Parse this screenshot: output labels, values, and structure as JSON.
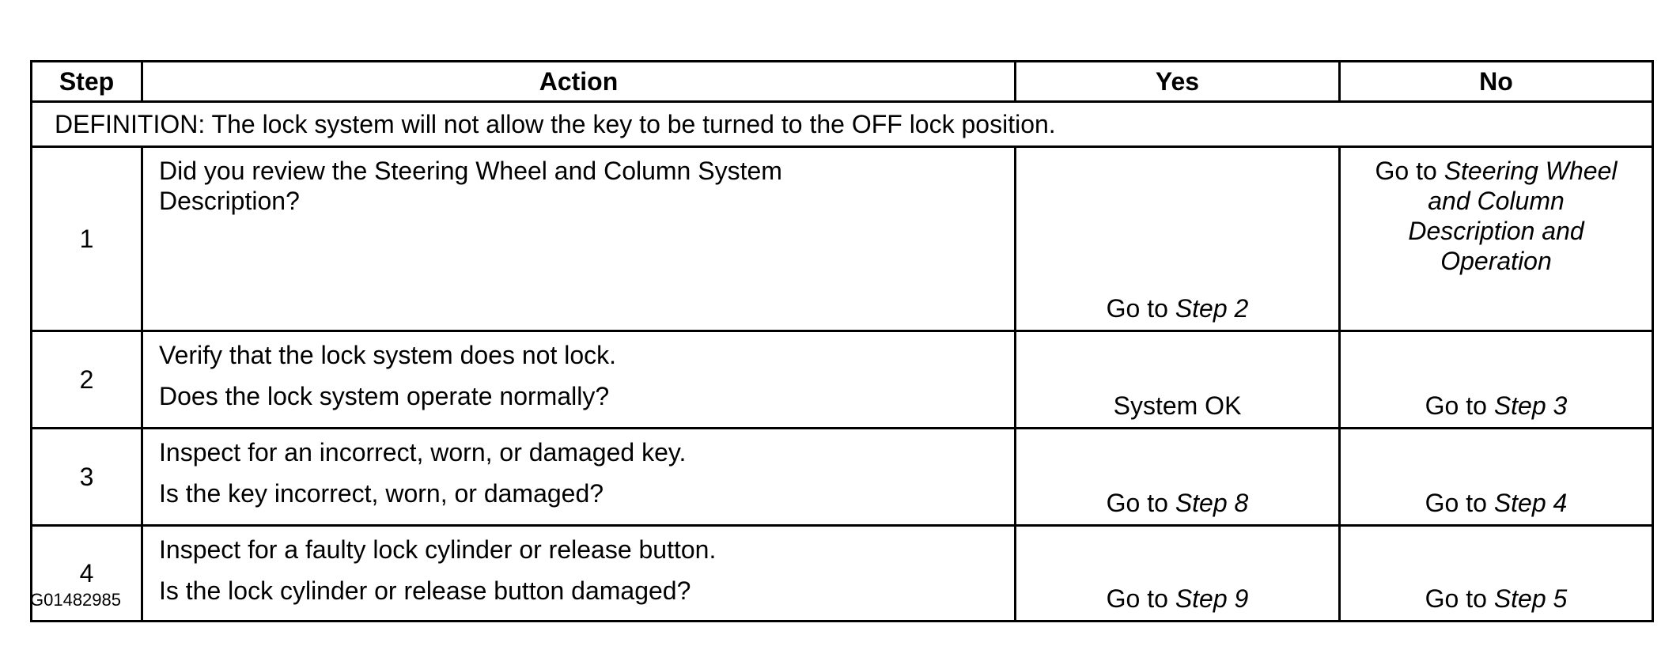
{
  "table": {
    "headers": {
      "step": "Step",
      "action": "Action",
      "yes": "Yes",
      "no": "No"
    },
    "definition": "DEFINITION: The lock system will not allow the key to be turned to the OFF lock position.",
    "rows": [
      {
        "step": "1",
        "action_lines": [
          "Did you review the Steering Wheel and Column System",
          "Description?"
        ],
        "yes_prefix": "Go to ",
        "yes_ref": "Step 2",
        "no_prefix": "Go to ",
        "no_ref_lines": [
          "Steering Wheel",
          "and Column",
          "Description and",
          "Operation"
        ]
      },
      {
        "step": "2",
        "action_lines": [
          "Verify that the lock system does not lock.",
          "Does the lock system operate normally?"
        ],
        "yes_text": "System OK",
        "no_prefix": "Go to ",
        "no_ref": "Step 3"
      },
      {
        "step": "3",
        "action_lines": [
          "Inspect for an incorrect, worn, or damaged key.",
          "Is the key incorrect, worn, or damaged?"
        ],
        "yes_prefix": "Go to ",
        "yes_ref": "Step 8",
        "no_prefix": "Go to ",
        "no_ref": "Step 4"
      },
      {
        "step": "4",
        "action_lines": [
          "Inspect for a faulty lock cylinder or release button.",
          "Is the lock cylinder or release button damaged?"
        ],
        "yes_prefix": "Go to ",
        "yes_ref": "Step 9",
        "no_prefix": "Go to ",
        "no_ref": "Step 5"
      }
    ]
  },
  "figure_id": "G01482985"
}
